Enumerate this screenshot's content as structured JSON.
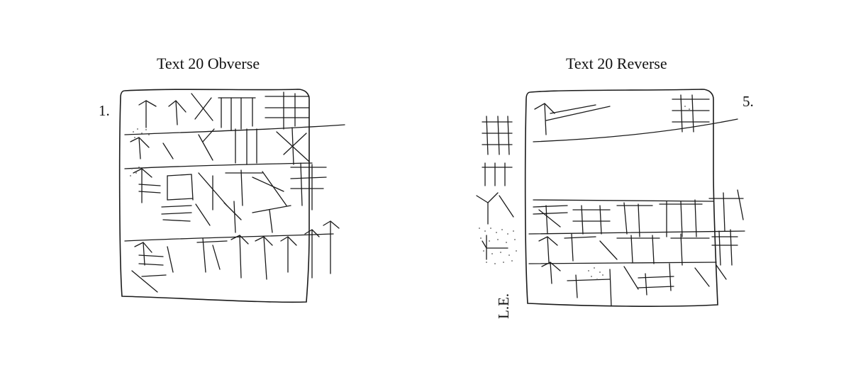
{
  "obverse": {
    "title": "Text 20 Obverse",
    "line_marker": "1."
  },
  "reverse": {
    "title": "Text 20 Reverse",
    "line_marker": "5.",
    "left_edge_label": "L.E."
  }
}
